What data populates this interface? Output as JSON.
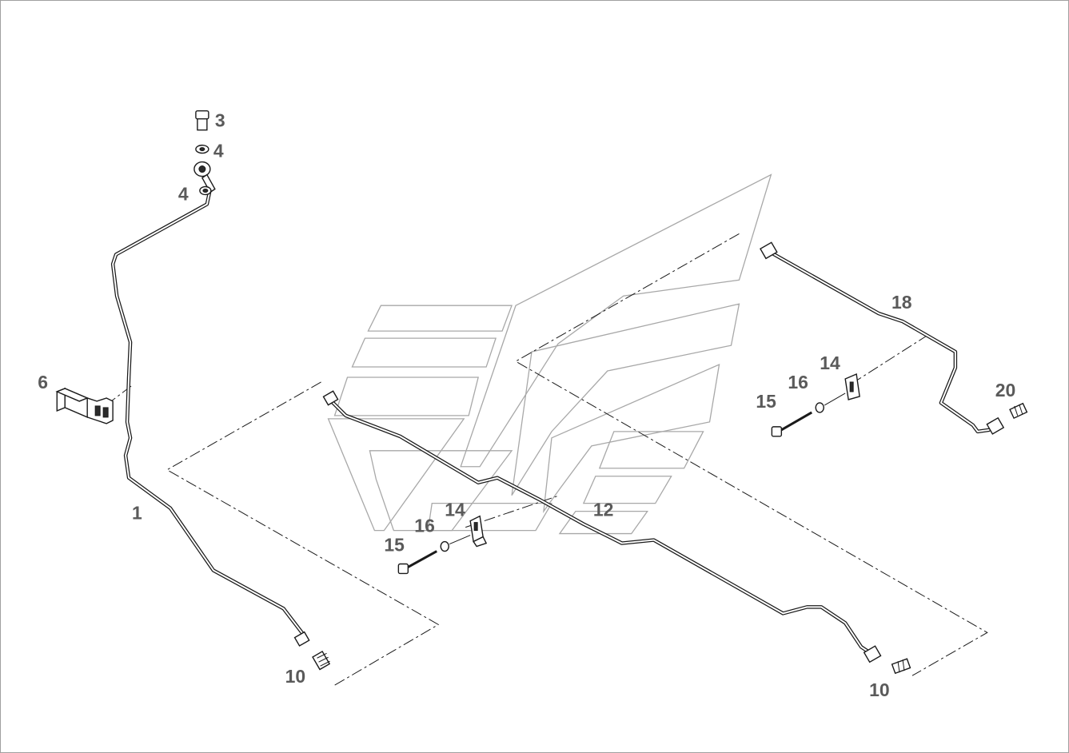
{
  "callouts": {
    "c3": "3",
    "c4a": "4",
    "c4b": "4",
    "c6": "6",
    "c1": "1",
    "c10a": "10",
    "c10b": "10",
    "c12": "12",
    "c14a": "14",
    "c14b": "14",
    "c15a": "15",
    "c15b": "15",
    "c16a": "16",
    "c16b": "16",
    "c18": "18",
    "c20": "20"
  }
}
